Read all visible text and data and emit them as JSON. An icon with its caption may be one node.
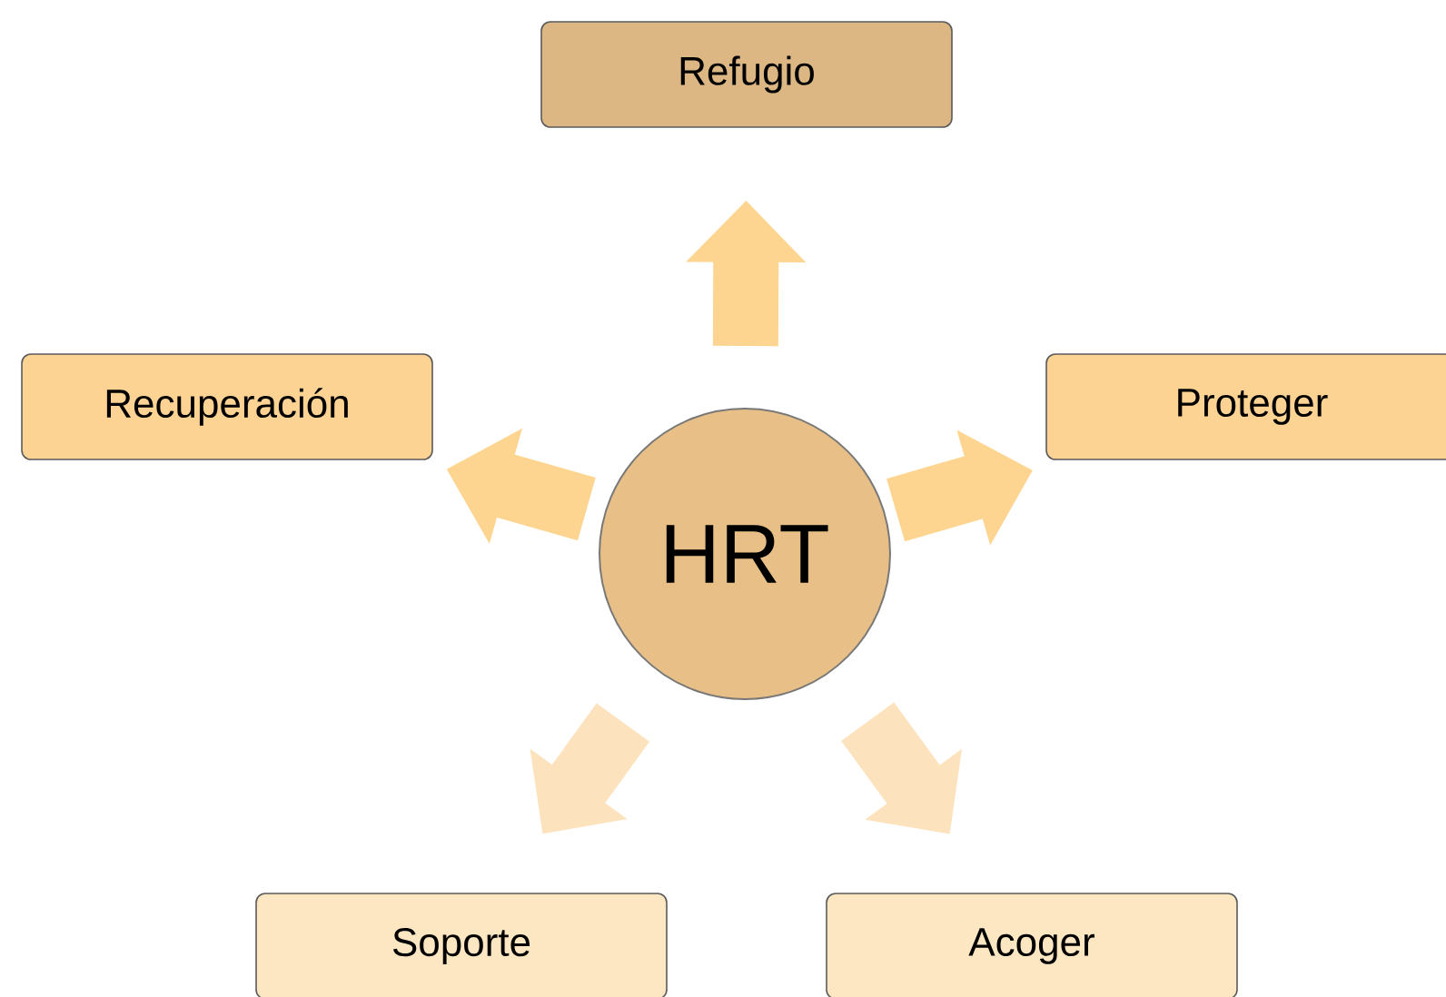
{
  "diagram": {
    "nodes": [
      {
        "text": [
          "HRT"
        ]
      },
      {
        "text": [
          "Refugio"
        ]
      },
      {
        "text": [
          "Proteger"
        ]
      },
      {
        "text": [
          "Acoger"
        ]
      },
      {
        "text": [
          "Soporte"
        ]
      },
      {
        "text": [
          "Recuperación"
        ]
      }
    ],
    "edges": [
      {
        "from": 0,
        "to": 1,
        "arrow": "to"
      },
      {
        "from": 0,
        "to": 2,
        "arrow": "to"
      },
      {
        "from": 0,
        "to": 3,
        "arrow": "to",
        "color": "#fde3bd"
      },
      {
        "from": 0,
        "to": 4,
        "arrow": "to",
        "color": "#fde3bd"
      },
      {
        "from": 0,
        "to": 5,
        "arrow": "to"
      }
    ]
  }
}
